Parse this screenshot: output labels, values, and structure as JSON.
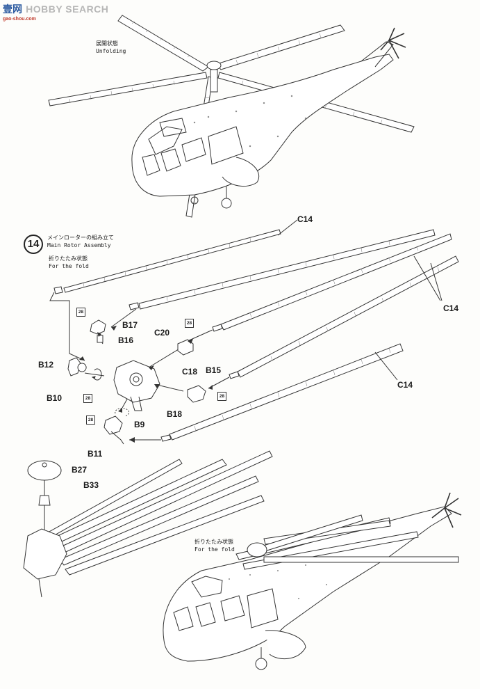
{
  "watermark": {
    "logo": "壹网",
    "text": "HOBBY SEARCH",
    "url": "gao-shou.com"
  },
  "top": {
    "caption_jp": "展開状態",
    "caption_en": "Unfolding"
  },
  "step": {
    "number": "14",
    "title_jp": "メインローターの組み立て",
    "title_en": "Main Rotor Assembly",
    "fold_jp": "折りたたみ状態",
    "fold_en": "For the fold"
  },
  "parts": {
    "c14_a": "C14",
    "c14_b": "C14",
    "c14_c": "C14",
    "b17": "B17",
    "b16": "B16",
    "c20": "C20",
    "c18": "C18",
    "b15": "B15",
    "b12": "B12",
    "b10": "B10",
    "b18": "B18",
    "b9": "B9",
    "b11": "B11",
    "b27": "B27",
    "b33": "B33"
  },
  "badges": {
    "code": "28"
  },
  "bottom": {
    "caption_jp": "折りたたみ状態",
    "caption_en": "For the fold"
  }
}
